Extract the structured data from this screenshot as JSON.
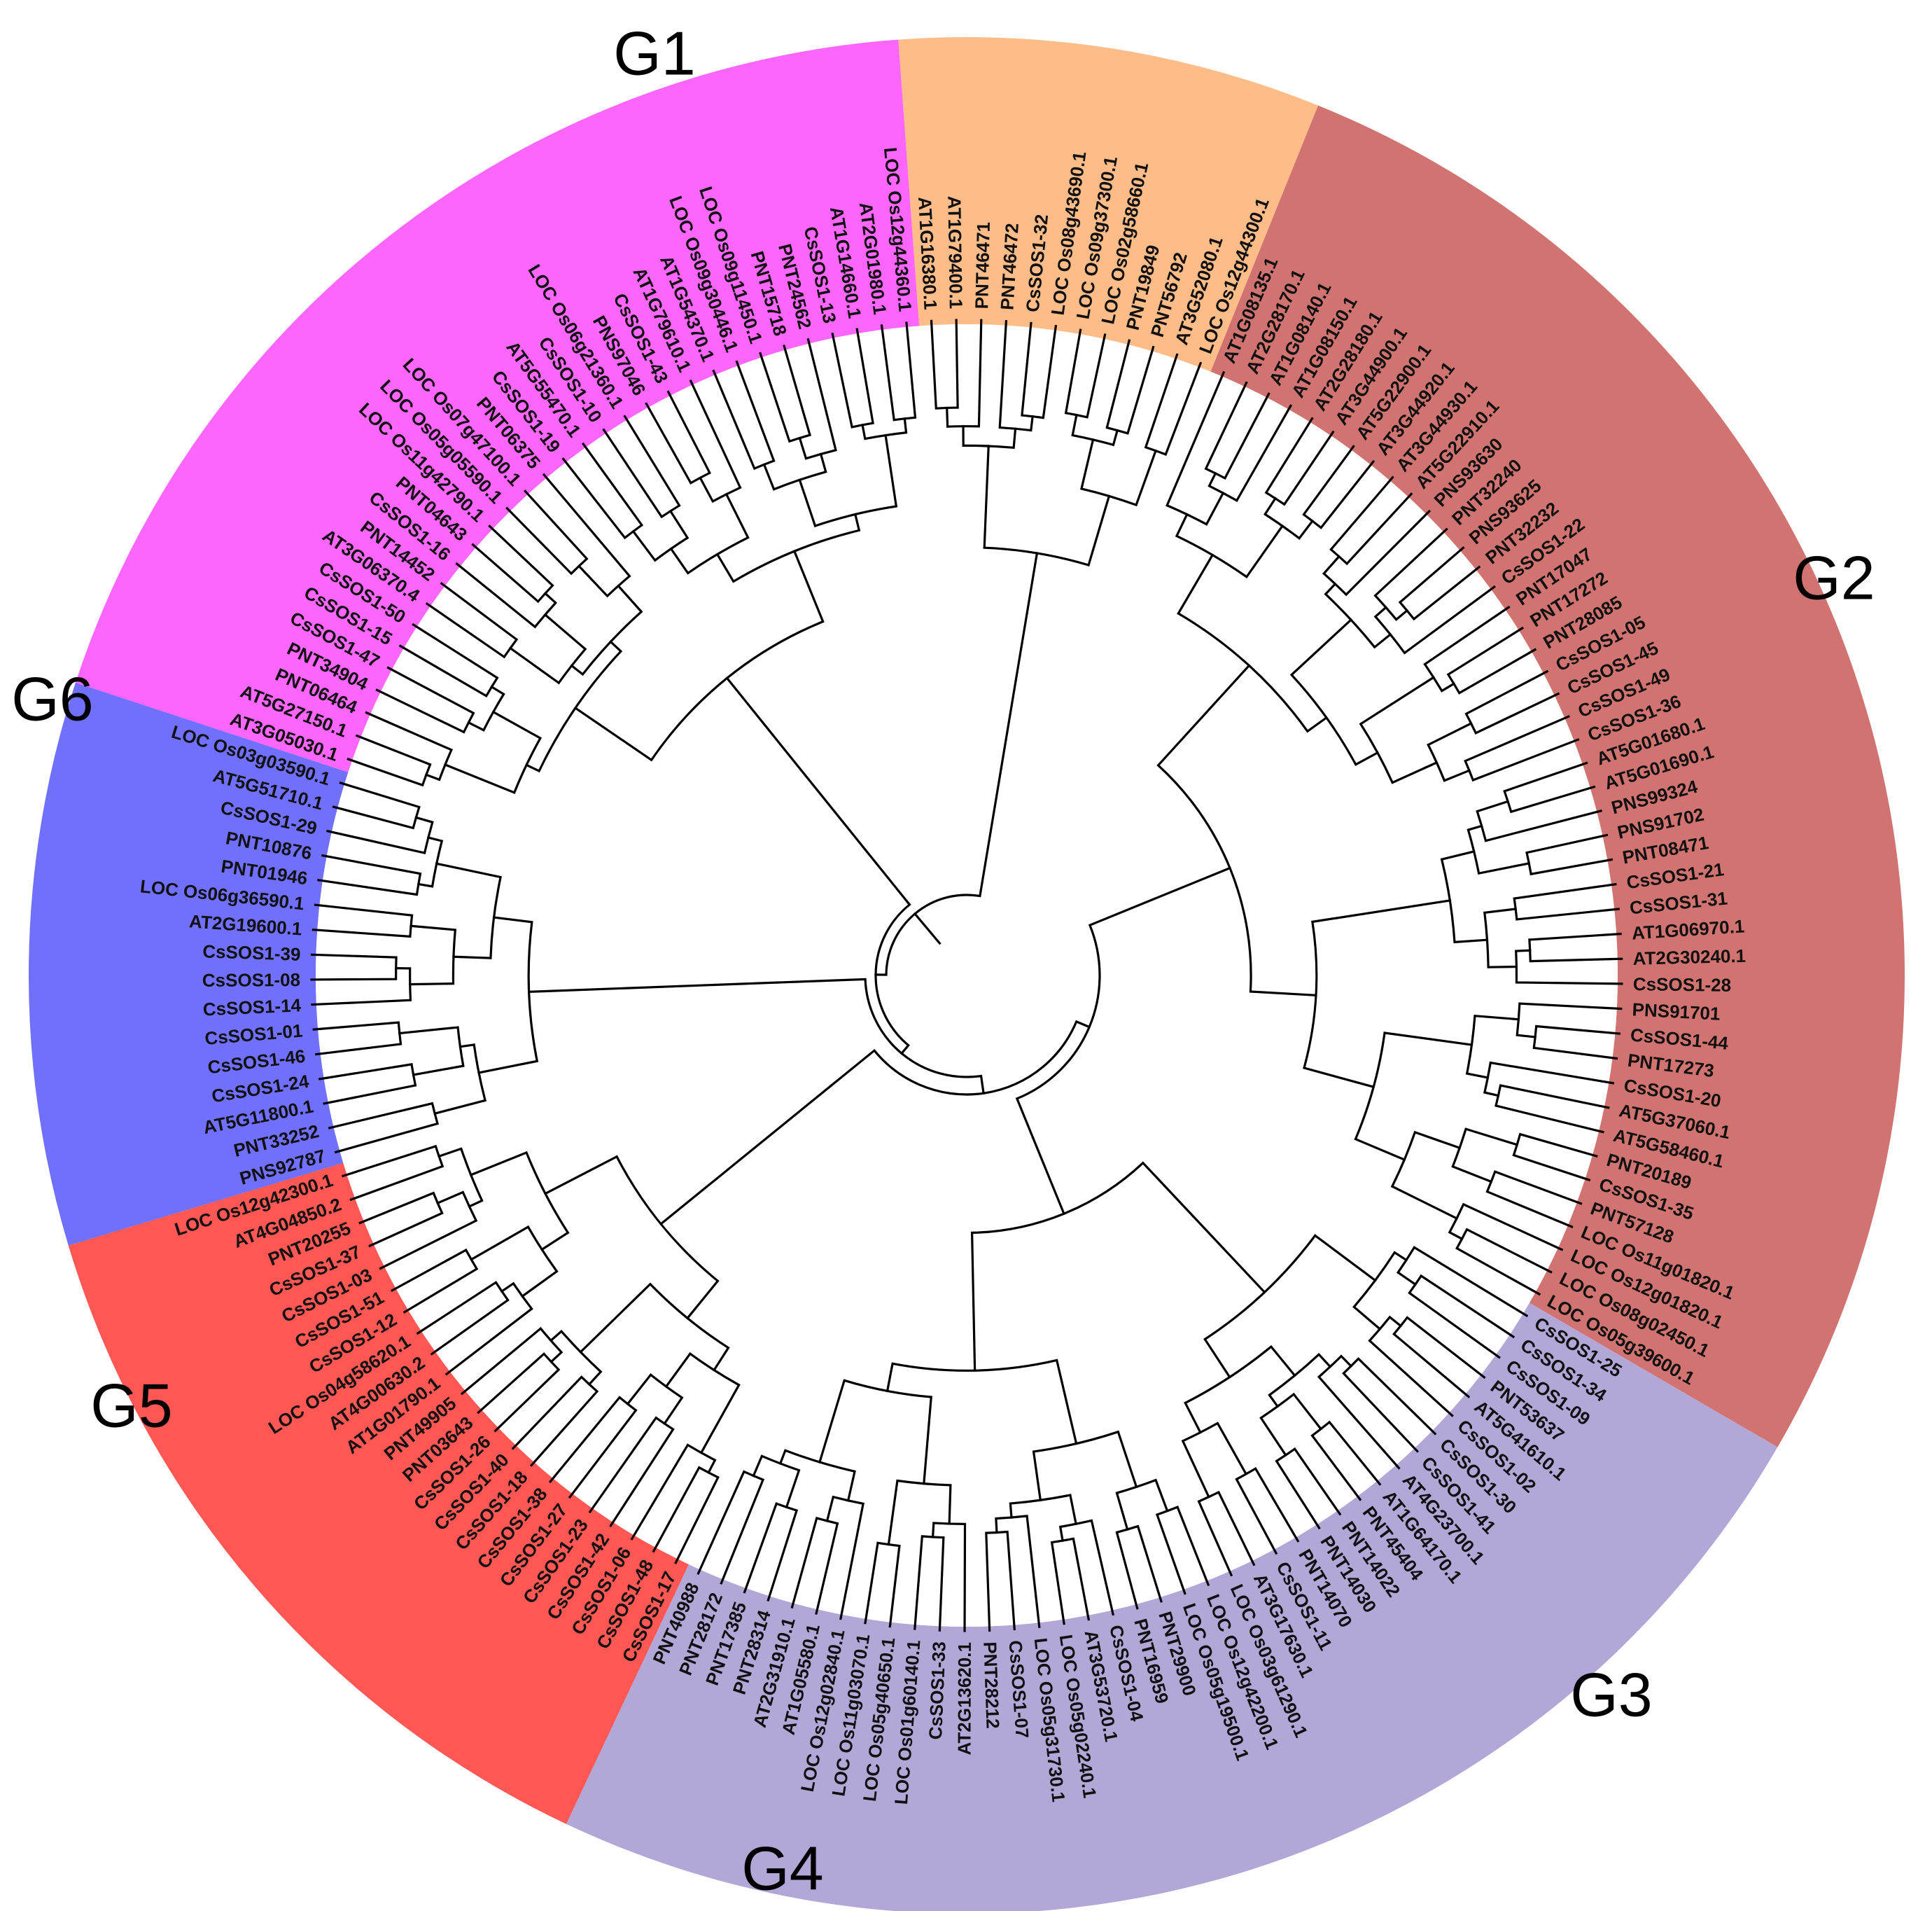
{
  "groups": [
    {
      "name": "G1",
      "color": "#d17471",
      "labels": [
        "AT1G08135.1",
        "AT2G28170.1",
        "AT1G08140.1",
        "AT1G08150.1",
        "AT2G28180.1",
        "AT3G44900.1",
        "AT5G22900.1",
        "AT3G44920.1",
        "AT3G44930.1",
        "AT5G22910.1",
        "PNS93630",
        "PNT32240",
        "PNS93625",
        "PNT32232",
        "CsSOS1-22",
        "PNT17047",
        "PNT17272",
        "PNT28085",
        "CsSOS1-05",
        "CsSOS1-45",
        "CsSOS1-49",
        "CsSOS1-36",
        "AT5G01680.1",
        "AT5G01690.1",
        "PNS99324",
        "PNS91702",
        "PNT08471",
        "CsSOS1-21",
        "CsSOS1-31",
        "AT1G06970.1",
        "AT2G30240.1",
        "CsSOS1-28",
        "PNS91701",
        "CsSOS1-44",
        "PNT17273",
        "CsSOS1-20",
        "AT5G37060.1",
        "AT5G58460.1",
        "PNT20189",
        "CsSOS1-35",
        "PNT57128",
        "LOC Os11g01820.1",
        "LOC Os12g01820.1",
        "LOC Os08g02450.1",
        "LOC Os05g39600.1"
      ]
    },
    {
      "name": "G2",
      "color": "#b3a7d8",
      "labels": [
        "CsSOS1-25",
        "CsSOS1-34",
        "CsSOS1-09",
        "PNT53637",
        "AT5G41610.1",
        "CsSOS1-02",
        "CsSOS1-30",
        "CsSOS1-41",
        "AT4G23700.1",
        "AT1G64170.1",
        "PNT45404",
        "PNT14022",
        "PNT14030",
        "PNT14070",
        "CsSOS1-11",
        "AT3G17630.1",
        "LOC Os03g61290.1",
        "LOC Os12g42200.1",
        "LOC Os05g19500.1",
        "PNT29900",
        "PNT16959",
        "CsSOS1-04",
        "AT3G53720.1",
        "LOC Os05g02240.1",
        "LOC Os05g31730.1",
        "CsSOS1-07",
        "PNT28212",
        "AT2G13620.1",
        "CsSOS1-33",
        "LOC Os01g60140.1",
        "LOC Os05g40650.1",
        "LOC Os11g03070.1",
        "LOC Os12g02840.1",
        "AT1G05580.1",
        "AT2G31910.1",
        "PNT28314",
        "PNT17385",
        "PNT28172",
        "PNT40988"
      ]
    },
    {
      "name": "G3",
      "color": "#fe5754",
      "labels": [
        "CsSOS1-17",
        "CsSOS1-48",
        "CsSOS1-06",
        "CsSOS1-42",
        "CsSOS1-23",
        "CsSOS1-27",
        "CsSOS1-38",
        "CsSOS1-18",
        "CsSOS1-40",
        "CsSOS1-26",
        "PNT03643",
        "PNT49905",
        "AT1G01790.1",
        "AT4G00630.2",
        "LOC Os04g58620.1",
        "CsSOS1-12",
        "CsSOS1-51",
        "CsSOS1-03",
        "CsSOS1-37",
        "PNT20255",
        "AT4G04850.2",
        "LOC Os12g42300.1"
      ]
    },
    {
      "name": "G4",
      "color": "#7070fd",
      "labels": [
        "PNS92787",
        "PNT33252",
        "AT5G11800.1",
        "CsSOS1-24",
        "CsSOS1-46",
        "CsSOS1-01",
        "CsSOS1-14",
        "CsSOS1-08",
        "CsSOS1-39",
        "AT2G19600.1",
        "LOC Os06g36590.1",
        "PNT01946",
        "PNT10876",
        "CsSOS1-29",
        "AT5G51710.1",
        "LOC Os03g03590.1"
      ]
    },
    {
      "name": "G5",
      "color": "#fd66fd",
      "labels": [
        "AT3G05030.1",
        "AT5G27150.1",
        "PNT06464",
        "PNT34904",
        "CsSOS1-47",
        "CsSOS1-15",
        "CsSOS1-50",
        "AT3G06370.4",
        "PNT14452",
        "CsSOS1-16",
        "PNT04643",
        "LOC Os11g42790.1",
        "LOC Os05g05590.1",
        "LOC Os07g47100.1",
        "PNT06375",
        "CsSOS1-19",
        "AT5G55470.1",
        "CsSOS1-10",
        "LOC Os06g21360.1",
        "PNS97046",
        "CsSOS1-43",
        "AT1G79610.1",
        "AT1G54370.1",
        "LOC Os09g30446.1",
        "LOC Os09g11450.1",
        "PNT15718",
        "PNT24562",
        "CsSOS1-13",
        "AT1G14660.1",
        "AT2G01980.1",
        "LOC Os12g44360.1"
      ]
    },
    {
      "name": "G6",
      "color": "#fdbc88",
      "labels": [
        "AT1G16380.1",
        "AT1G79400.1",
        "PNT46471",
        "PNT46472",
        "CsSOS1-32",
        "LOC Os08g43690.1",
        "LOC Os09g37300.1",
        "LOC Os02g58660.1",
        "PNT19849",
        "PNT56792",
        "AT3G52080.1",
        "LOC Os12g44300.1"
      ]
    }
  ]
}
